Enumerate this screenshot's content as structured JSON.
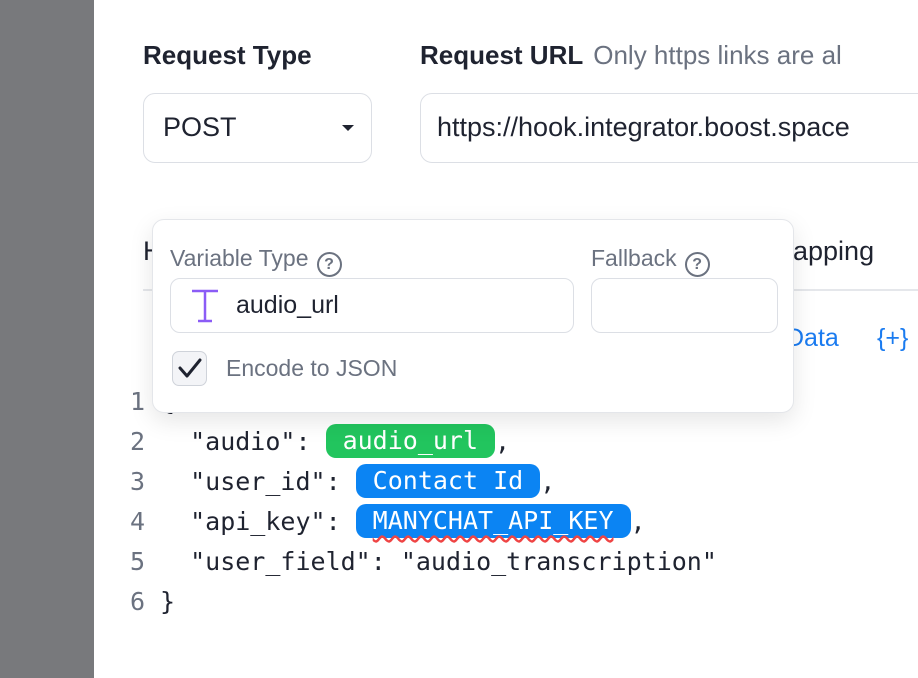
{
  "form": {
    "request_type_label": "Request Type",
    "request_type_value": "POST",
    "request_url_label": "Request URL",
    "request_url_hint": "Only https links are al",
    "request_url_value": "https://hook.integrator.boost.space"
  },
  "tabs": {
    "partial_left": "H",
    "partial_right": "apping"
  },
  "toolbar": {
    "data_link": "Data",
    "insert_var_link": "{+}"
  },
  "editor": {
    "lines": [
      {
        "num": "1",
        "text": "{"
      },
      {
        "num": "2",
        "key": "  \"audio\": ",
        "chip": "audio_url",
        "after": ","
      },
      {
        "num": "3",
        "key": "  \"user_id\": ",
        "chip": "Contact Id",
        "after": ","
      },
      {
        "num": "4",
        "key": "  \"api_key\": ",
        "chip": "MANYCHAT_API_KEY",
        "after": ","
      },
      {
        "num": "5",
        "text": "  \"user_field\": \"audio_transcription\""
      },
      {
        "num": "6",
        "text": "}"
      }
    ]
  },
  "popover": {
    "variable_type_label": "Variable Type",
    "variable_type_value": "audio_url",
    "fallback_label": "Fallback",
    "fallback_value": "",
    "encode_label": "Encode to JSON",
    "encode_checked": true
  },
  "colors": {
    "chip_green": "#22c55e",
    "chip_blue": "#0b84f3",
    "link_blue": "#1a7bf0",
    "side_strip": "#78797c"
  },
  "icons": {
    "help": "question-circle-icon",
    "type": "text-type-icon",
    "check": "check-icon",
    "caret": "caret-down-icon"
  }
}
